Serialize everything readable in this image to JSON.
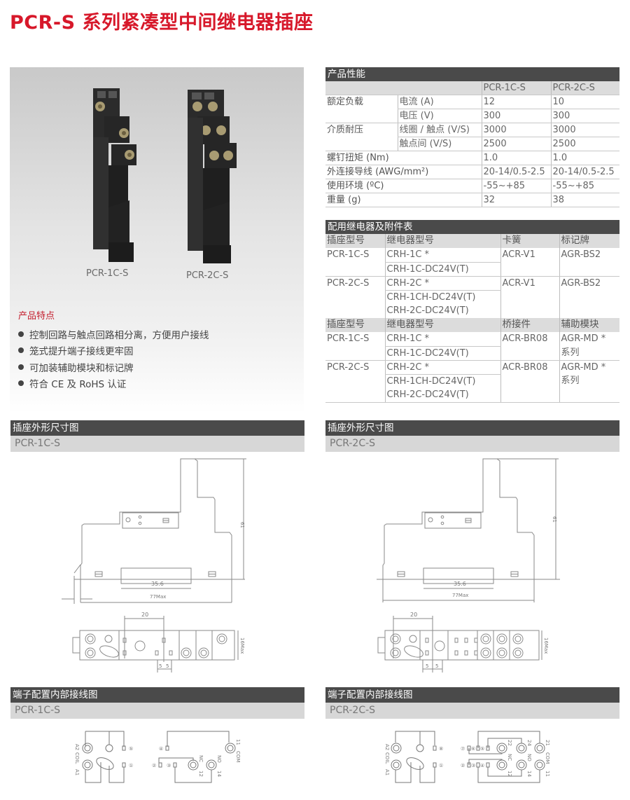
{
  "title": "PCR-S 系列紧凑型中间继电器插座",
  "colors": {
    "brand_red": "#d7182a",
    "header_bar": "#4a4a4a",
    "subheader_bg": "#d7d7d7"
  },
  "photo": {
    "captions": [
      "PCR-1C-S",
      "PCR-2C-S"
    ],
    "features_title": "产品特点",
    "features": [
      "控制回路与触点回路相分离，方便用户接线",
      "笼式提升端子接线更牢固",
      "可加装辅助模块和标记牌",
      "符合 CE 及 RoHS 认证"
    ]
  },
  "performance": {
    "title": "产品性能",
    "columns": [
      "PCR-1C-S",
      "PCR-2C-S"
    ],
    "rows": [
      {
        "group": "额定负载",
        "item": "电流 (A)",
        "v1": "12",
        "v2": "10"
      },
      {
        "group": "",
        "item": "电压 (V)",
        "v1": "300",
        "v2": "300"
      },
      {
        "group": "介质耐压",
        "item": "线圈 / 触点 (V/S)",
        "v1": "3000",
        "v2": "3000"
      },
      {
        "group": "",
        "item": "触点间 (V/S)",
        "v1": "2500",
        "v2": "2500"
      },
      {
        "label": "螺钉扭矩 (Nm)",
        "v1": "1.0",
        "v2": "1.0"
      },
      {
        "label": "外连接导线 (AWG/mm²)",
        "v1": "20-14/0.5-2.5",
        "v2": "20-14/0.5-2.5"
      },
      {
        "label": "使用环境 (ºC)",
        "v1": "-55~+85",
        "v2": "-55~+85"
      },
      {
        "label": "重量 (g)",
        "v1": "32",
        "v2": "38"
      }
    ]
  },
  "accessories": {
    "title": "配用继电器及附件表",
    "header1": [
      "插座型号",
      "继电器型号",
      "卡簧",
      "标记牌"
    ],
    "group1": [
      {
        "socket": "PCR-1C-S",
        "relays": [
          "CRH-1C *",
          "CRH-1C-DC24V(T)"
        ],
        "c3": "ACR-V1",
        "c4": "AGR-BS2"
      },
      {
        "socket": "PCR-2C-S",
        "relays": [
          "CRH-2C *",
          "CRH-1CH-DC24V(T)",
          "CRH-2C-DC24V(T)"
        ],
        "c3": "ACR-V1",
        "c4": "AGR-BS2"
      }
    ],
    "header2": [
      "插座型号",
      "继电器型号",
      "桥接件",
      "辅助模块"
    ],
    "group2": [
      {
        "socket": "PCR-1C-S",
        "relays": [
          "CRH-1C *",
          "CRH-1C-DC24V(T)"
        ],
        "c3": "ACR-BR08",
        "c4a": "AGR-MD *",
        "c4b": "系列"
      },
      {
        "socket": "PCR-2C-S",
        "relays": [
          "CRH-2C *",
          "CRH-1CH-DC24V(T)",
          "CRH-2C-DC24V(T)"
        ],
        "c3": "ACR-BR08",
        "c4a": "AGR-MD *",
        "c4b": "系列"
      }
    ]
  },
  "dimension_sections": [
    {
      "title": "插座外形尺寸图",
      "model": "PCR-1C-S",
      "dims": {
        "height": "61",
        "rail": "35.6",
        "width": "77Max",
        "pitch": "20",
        "pin_a": "5",
        "pin_b": "5",
        "depth": "16Max"
      }
    },
    {
      "title": "插座外形尺寸图",
      "model": "PCR-2C-S",
      "dims": {
        "height": "61",
        "rail": "35.6",
        "width": "77Max",
        "pitch": "20",
        "pin_a": "5",
        "pin_b": "5",
        "depth": "16Max"
      }
    }
  ],
  "wiring_sections": [
    {
      "title": "端子配置内部接线图",
      "model": "PCR-1C-S",
      "labels": {
        "a2": "A2",
        "coil": "COIL",
        "a1": "A1",
        "p5": "⑤",
        "p1": "①",
        "p4": "④",
        "p2": "②",
        "p3": "③",
        "t11": "11",
        "com": "COM",
        "nc": "NC",
        "no": "NO",
        "t12": "12",
        "t14": "14"
      }
    },
    {
      "title": "端子配置内部接线图",
      "model": "PCR-2C-S",
      "labels": {
        "a2": "A2",
        "coil": "COIL",
        "a1": "A1",
        "p8": "⑧",
        "p1": "①",
        "p7": "⑦",
        "p6": "⑥",
        "p5": "⑤",
        "p2": "②",
        "p3": "③",
        "p4": "④",
        "t22": "22",
        "t24": "24",
        "t21": "21",
        "nc": "NC",
        "no": "NO",
        "com": "COM",
        "t12": "12",
        "t14": "14",
        "t11": "11"
      }
    }
  ]
}
